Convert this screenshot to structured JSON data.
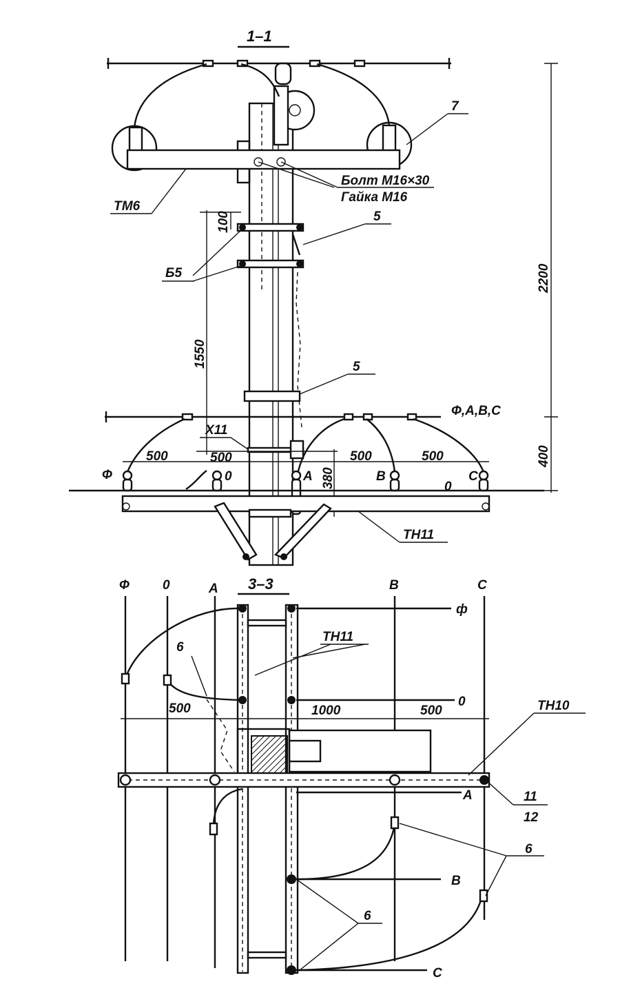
{
  "section_1": {
    "title": "1–1",
    "bolt_label": "Болт М16×30",
    "nut_label": "Гайка М16",
    "crossarm_top": "ТМ6",
    "insulator_ref": "7",
    "dim_100": "100",
    "clamp_ref_upper": "5",
    "bracket_ref": "Б5",
    "dim_2200": "2200",
    "dim_1550": "1550",
    "clamp_ref_lower": "5",
    "wire_set_label": "Ф,А,В,С",
    "fitting_ref": "Х11",
    "dims_500": [
      "500",
      "500",
      "500",
      "500"
    ],
    "phase_labels": {
      "f": "Ф",
      "zero": "0",
      "a": "А",
      "b": "В",
      "c": "С",
      "neutral": "0"
    },
    "dim_380": "380",
    "dim_400": "400",
    "crossarm_bottom": "ТН11"
  },
  "section_3": {
    "title": "3–3",
    "column_labels": [
      "Ф",
      "0",
      "А",
      "В",
      "С"
    ],
    "wire_f": "ф",
    "wire_zero": "0",
    "wire_a": "А",
    "wire_b": "В",
    "wire_c": "С",
    "crossarm_channel": "ТН11",
    "crossarm_main": "ТН10",
    "ref_6_top": "6",
    "ref_6_right": "6",
    "ref_6_bottom": "6",
    "ref_11": "11",
    "ref_12": "12",
    "dim_left": "500",
    "dim_mid": "1000",
    "dim_right": "500"
  }
}
